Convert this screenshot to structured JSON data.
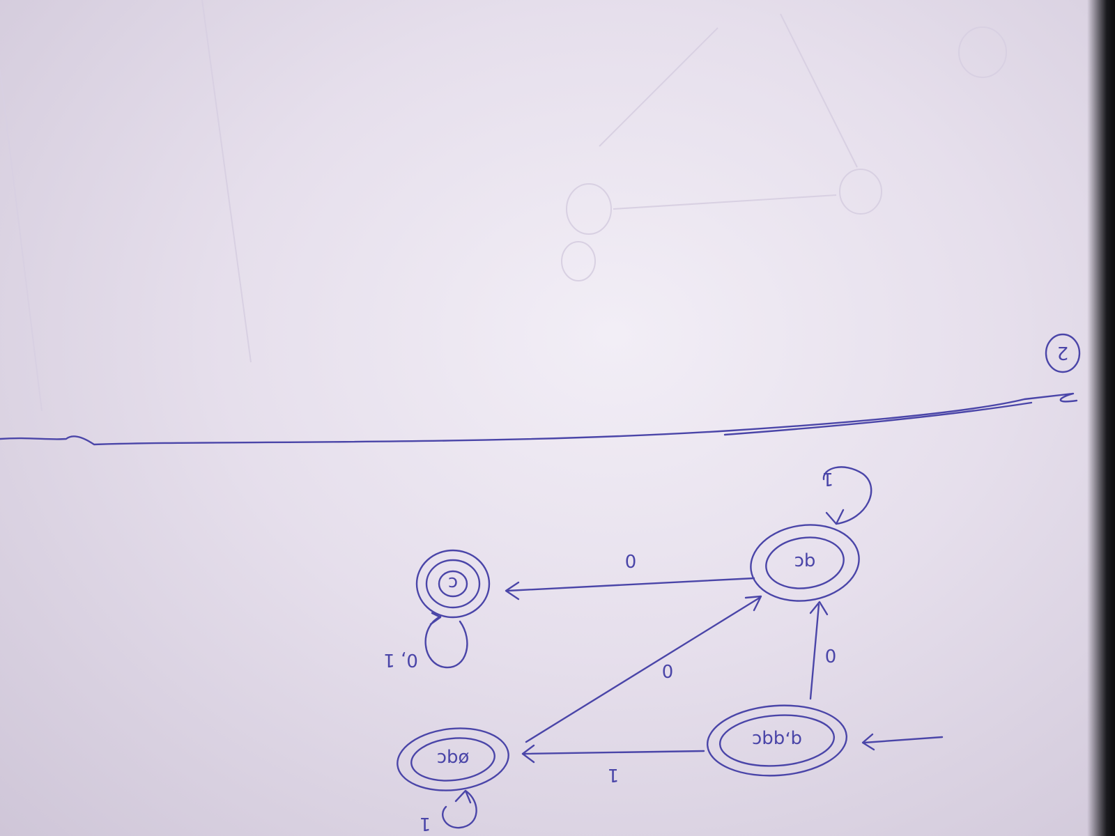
{
  "page_number": "2",
  "states": [
    {
      "id": "start",
      "label": "q,qqc",
      "accepting": true,
      "initial": true
    },
    {
      "id": "qc",
      "label": "qc",
      "accepting": true
    },
    {
      "id": "oqc",
      "label": "øqc",
      "accepting": true
    },
    {
      "id": "c",
      "label": "c",
      "accepting": true
    }
  ],
  "transitions": [
    {
      "from": "start",
      "to": "oqc",
      "label": "1"
    },
    {
      "from": "start",
      "to": "qc",
      "label": "0"
    },
    {
      "from": "oqc",
      "to": "qc",
      "label": "0"
    },
    {
      "from": "qc",
      "to": "c",
      "label": "0"
    },
    {
      "from": "qc",
      "to": "qc",
      "label": "1"
    },
    {
      "from": "oqc",
      "to": "oqc",
      "label": "1"
    },
    {
      "from": "c",
      "to": "c",
      "label": "0, 1"
    }
  ],
  "colors": {
    "ink": "#4a45a8",
    "paper": "#ece6f1"
  }
}
